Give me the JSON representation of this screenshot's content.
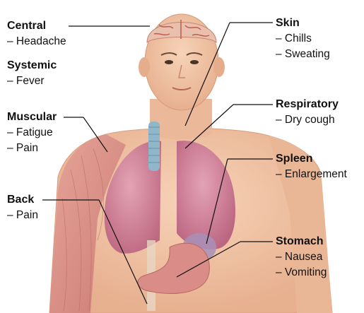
{
  "colors": {
    "skin": "#f2c6a8",
    "skin_shadow": "#dca584",
    "lung": "#cf7f9a",
    "lung_dark": "#b5637f",
    "trachea": "#8fb7c9",
    "hair": "#6b4a33",
    "brain": "#e8b8a8",
    "muscle": "#d98e86",
    "stomach": "#d98c88",
    "spleen": "#a890b8",
    "leader_line": "#111111"
  },
  "labels": {
    "central": {
      "title": "Central",
      "items": [
        "– Headache"
      ]
    },
    "systemic": {
      "title": "Systemic",
      "items": [
        "– Fever"
      ]
    },
    "muscular": {
      "title": "Muscular",
      "items": [
        "– Fatigue",
        "– Pain"
      ]
    },
    "back": {
      "title": "Back",
      "items": [
        "– Pain"
      ]
    },
    "skin": {
      "title": "Skin",
      "items": [
        "– Chills",
        "– Sweating"
      ]
    },
    "respiratory": {
      "title": "Respiratory",
      "items": [
        "– Dry cough"
      ]
    },
    "spleen": {
      "title": "Spleen",
      "items": [
        "– Enlargement"
      ]
    },
    "stomach": {
      "title": "Stomach",
      "items": [
        "– Nausea",
        "– Vomiting"
      ]
    }
  }
}
